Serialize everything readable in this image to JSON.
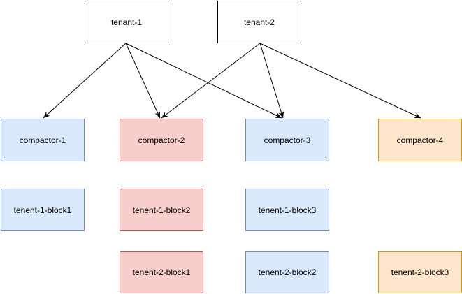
{
  "tenants": [
    {
      "label": "tenant-1"
    },
    {
      "label": "tenant-2"
    }
  ],
  "compactors": [
    {
      "label": "compactor-1",
      "color": "#dae8fc"
    },
    {
      "label": "compactor-2",
      "color": "#f8cecc"
    },
    {
      "label": "compactor-3",
      "color": "#dae8fc"
    },
    {
      "label": "compactor-4",
      "color": "#ffe6cc"
    }
  ],
  "blocks": [
    {
      "label": "tenent-1-block1",
      "color": "#dae8fc"
    },
    {
      "label": "tenent-1-block2",
      "color": "#f8cecc"
    },
    {
      "label": "tenent-1-block3",
      "color": "#dae8fc"
    },
    {
      "label": "tenent-2-block1",
      "color": "#f8cecc"
    },
    {
      "label": "tenent-2-block2",
      "color": "#dae8fc"
    },
    {
      "label": "tenent-2-block3",
      "color": "#ffe6cc"
    }
  ],
  "edges": [
    {
      "from": "tenant-1",
      "to": "compactor-1"
    },
    {
      "from": "tenant-1",
      "to": "compactor-2"
    },
    {
      "from": "tenant-1",
      "to": "compactor-3"
    },
    {
      "from": "tenant-2",
      "to": "compactor-2"
    },
    {
      "from": "tenant-2",
      "to": "compactor-3"
    },
    {
      "from": "tenant-2",
      "to": "compactor-4"
    }
  ]
}
